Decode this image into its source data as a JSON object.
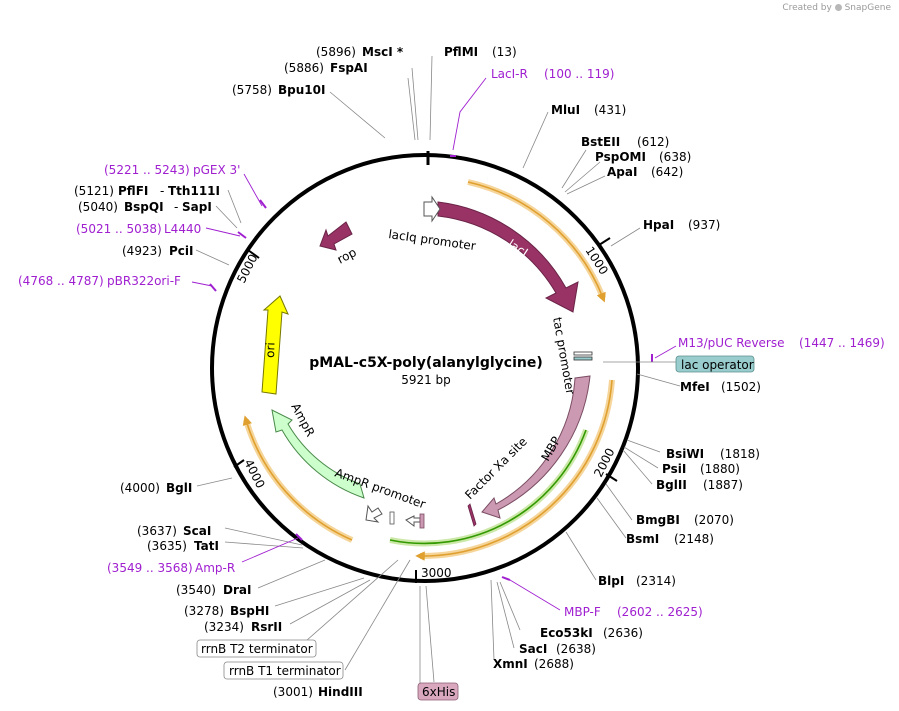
{
  "credit": {
    "prefix": "Created by",
    "brand": "SnapGene"
  },
  "plasmid": {
    "name": "pMAL-c5X-poly(alanylglycine)",
    "size": "5921 bp"
  },
  "ticks": [
    "1000",
    "2000",
    "3000",
    "4000",
    "5000"
  ],
  "sites": [
    {
      "pos": "(5896)",
      "name": "MscI *"
    },
    {
      "pos": "(5886)",
      "name": "FspAI"
    },
    {
      "pos": "(5758)",
      "name": "Bpu10I"
    },
    {
      "pos": "(13)",
      "name": "PflMI"
    },
    {
      "pos": "(431)",
      "name": "MluI"
    },
    {
      "pos": "(612)",
      "name": "BstEII"
    },
    {
      "pos": "(638)",
      "name": "PspOMI"
    },
    {
      "pos": "(642)",
      "name": "ApaI"
    },
    {
      "pos": "(937)",
      "name": "HpaI"
    },
    {
      "pos": "(1502)",
      "name": "MfeI"
    },
    {
      "pos": "(1818)",
      "name": "BsiWI"
    },
    {
      "pos": "(1880)",
      "name": "PsiI"
    },
    {
      "pos": "(1887)",
      "name": "BglII"
    },
    {
      "pos": "(2070)",
      "name": "BmgBI"
    },
    {
      "pos": "(2148)",
      "name": "BsmI"
    },
    {
      "pos": "(2314)",
      "name": "BlpI"
    },
    {
      "pos": "(2636)",
      "name": "Eco53kI"
    },
    {
      "pos": "(2638)",
      "name": "SacI"
    },
    {
      "pos": "(2688)",
      "name": "XmnI"
    },
    {
      "pos": "(3001)",
      "name": "HindIII"
    },
    {
      "pos": "(3234)",
      "name": "RsrII"
    },
    {
      "pos": "(3278)",
      "name": "BspHI"
    },
    {
      "pos": "(3540)",
      "name": "DraI"
    },
    {
      "pos": "(3635)",
      "name": "TatI"
    },
    {
      "pos": "(3637)",
      "name": "ScaI"
    },
    {
      "pos": "(4000)",
      "name": "BglI"
    },
    {
      "pos": "(4923)",
      "name": "PciI"
    },
    {
      "pos": "(5040)",
      "name": "BspQI",
      "name2": "SapI"
    },
    {
      "pos": "(5121)",
      "name": "PflFI",
      "name2": "Tth111I"
    }
  ],
  "primers": [
    {
      "name": "LacI-R",
      "range": "(100 .. 119)"
    },
    {
      "name": "M13/pUC Reverse",
      "range": "(1447 .. 1469)"
    },
    {
      "name": "MBP-F",
      "range": "(2602 .. 2625)"
    },
    {
      "name": "Amp-R",
      "range": "(3549 .. 3568)"
    },
    {
      "name": "pBR322ori-F",
      "range": "(4768 .. 4787)"
    },
    {
      "name": "L4440",
      "range": "(5021 .. 5038)"
    },
    {
      "name": "pGEX 3'",
      "range": "(5221 .. 5243)"
    }
  ],
  "boxed": {
    "lac_operator": "lac operator",
    "rrnb_t2": "rrnB T2 terminator",
    "rrnb_t1": "rrnB T1 terminator",
    "his": "6xHis"
  },
  "features": {
    "laci": "lacI",
    "laciq_promoter": "lacIq promoter",
    "rop": "rop",
    "tac_promoter": "tac promoter",
    "mbp": "MBP",
    "factor_xa": "Factor Xa site",
    "ori": "ori",
    "ampr": "AmpR",
    "ampr_promoter": "AmpR promoter"
  },
  "colors": {
    "laci": "#993366",
    "rop": "#993366",
    "mbp": "#cc99b2",
    "ori": "#ffff00",
    "ampr": "#ccffcc",
    "orf": "#f0b040",
    "orf_green": "#339900",
    "primer": "#a020d0",
    "lac_operator_fill": "#99cccc",
    "his_fill": "#d9a8bf"
  }
}
